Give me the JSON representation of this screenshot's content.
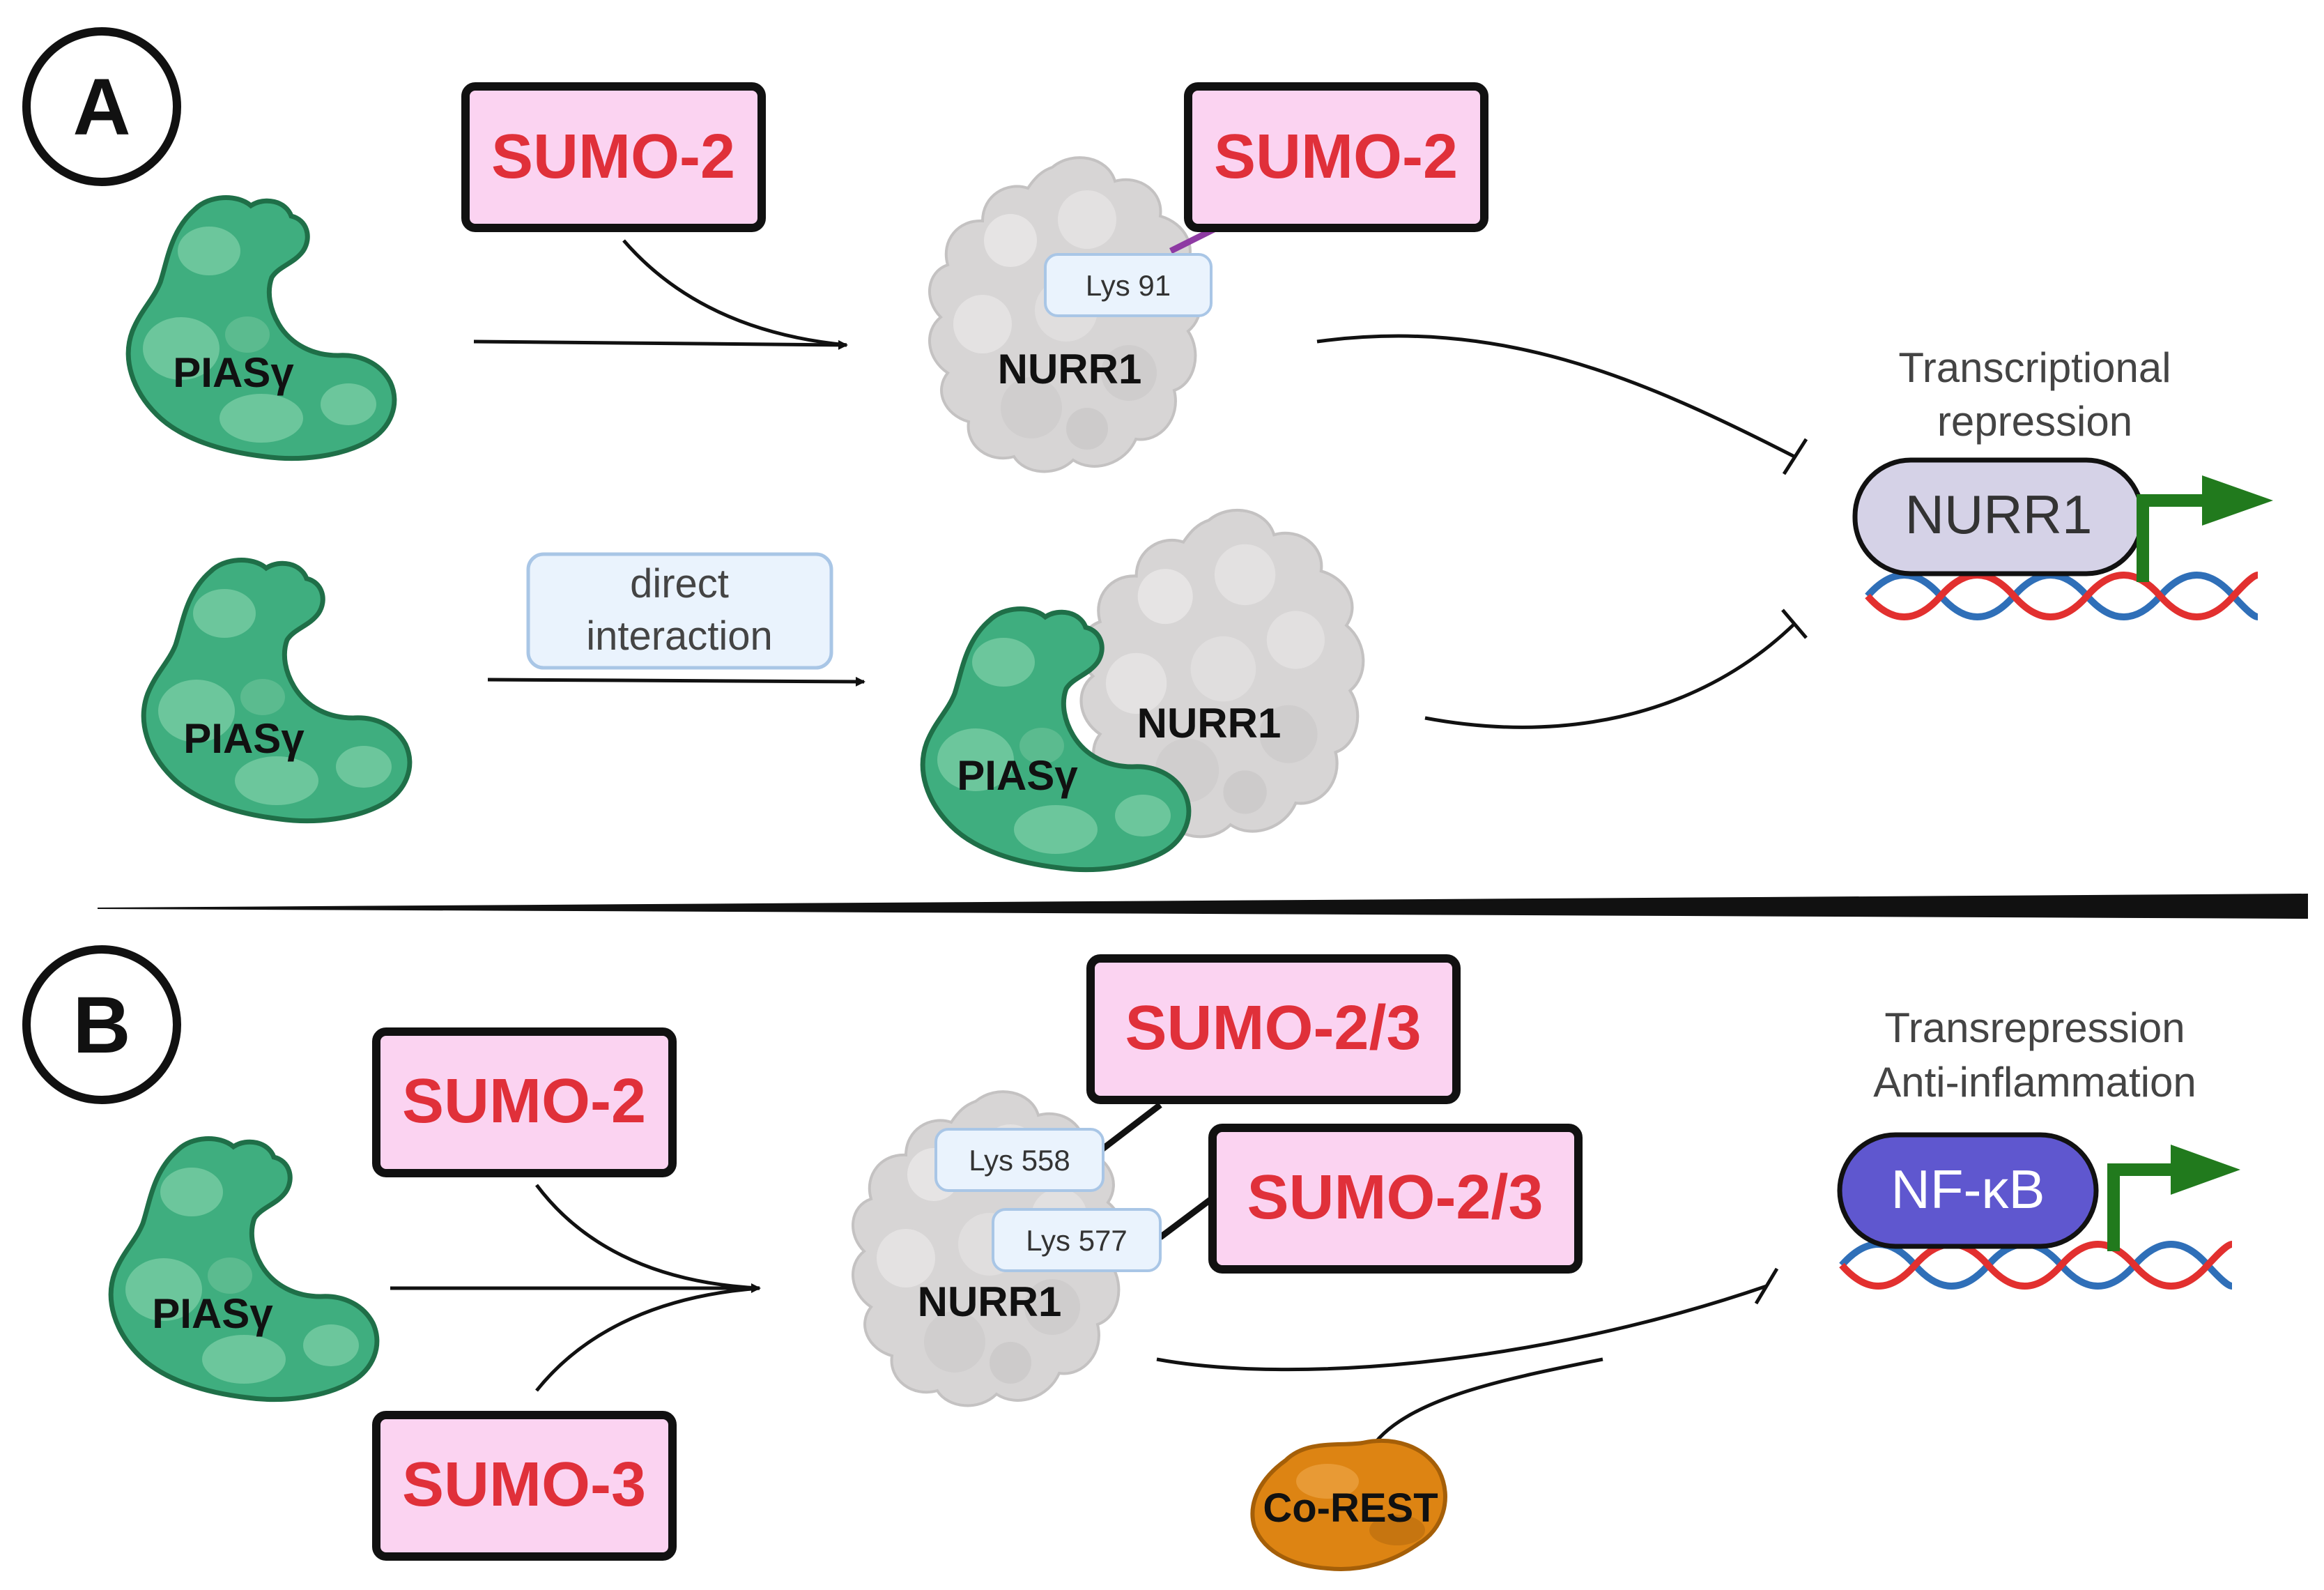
{
  "panels": {
    "a": {
      "letter": "A",
      "sumo_free": "SUMO-2",
      "sumo_attached": "SUMO-2",
      "lysine": "Lys 91",
      "pias_top": "PIASγ",
      "nurr1_top": "NURR1",
      "interaction_line1": "direct",
      "interaction_line2": "interaction",
      "pias_bottom": "PIASγ",
      "complex_pias": "PIASγ",
      "complex_nurr1": "NURR1",
      "outcome_line1": "Transcriptional",
      "outcome_line2": "repression",
      "tf": "NURR1"
    },
    "b": {
      "letter": "B",
      "sumo_top": "SUMO-2",
      "sumo_bottom": "SUMO-3",
      "pias": "PIASγ",
      "sumo_attached_1": "SUMO-2/3",
      "sumo_attached_2": "SUMO-2/3",
      "lysine_1": "Lys 558",
      "lysine_2": "Lys 577",
      "nurr1": "NURR1",
      "corepressor": "Co-REST",
      "outcome_line1": "Transrepression",
      "outcome_line2": "Anti-inflammation",
      "tf": "NF-κB"
    }
  },
  "colors": {
    "pias_fill": "#3fae7f",
    "pias_patch": "#6cc69c",
    "pias_outline": "#1f6f48",
    "nurr1_fill": "#d7d5d5",
    "nurr1_outline": "#bdbbbb",
    "sumo_box": "#fbd3f1",
    "sumo_text": "#e0303a",
    "lys_box": "#eaf3fd",
    "lys_border": "#a9c6e6",
    "tf_nurr1": "#d5d2e7",
    "tf_nfkb": "#5f57cf",
    "arrow_green": "#217a1d",
    "dna_red": "#e2302f",
    "dna_blue": "#2f6fb8",
    "corest": "#dd8413"
  }
}
